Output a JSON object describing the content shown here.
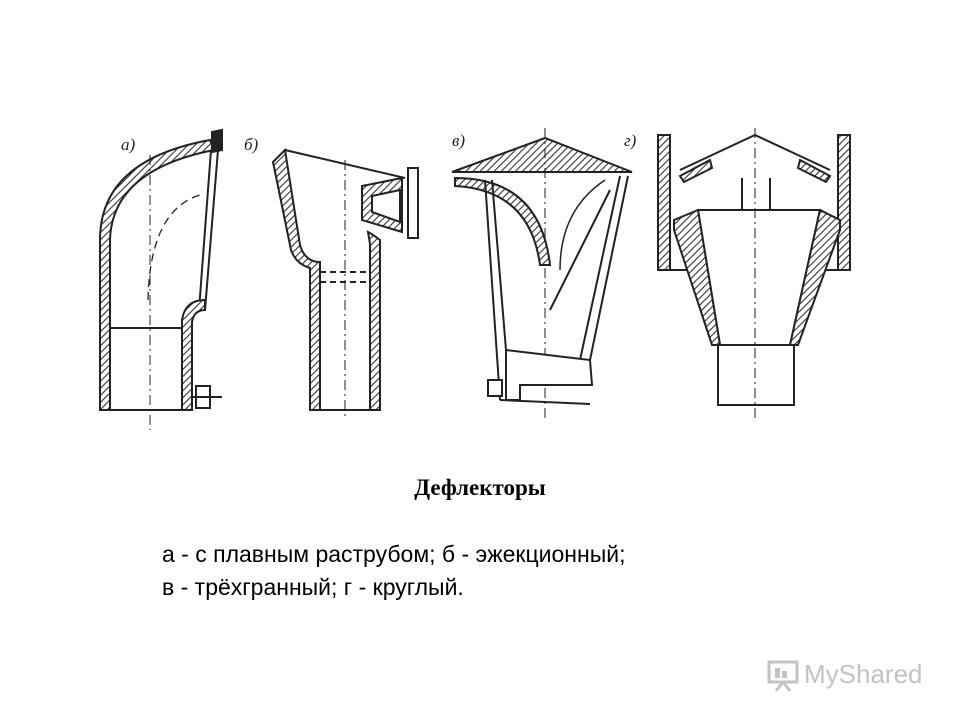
{
  "figure": {
    "labels": {
      "a": "а)",
      "b": "б)",
      "v": "в)",
      "g": "г)"
    }
  },
  "title": "Дефлекторы",
  "caption": {
    "line1": "а - с плавным раструбом; б - эжекционный;",
    "line2": "в - трёхгранный; г - круглый."
  },
  "watermark": {
    "text": "MyShared",
    "icon": "presentation-board-icon"
  },
  "colors": {
    "ink": "#222222",
    "hatch": "#444444",
    "watermark": "#7a7a7a"
  }
}
